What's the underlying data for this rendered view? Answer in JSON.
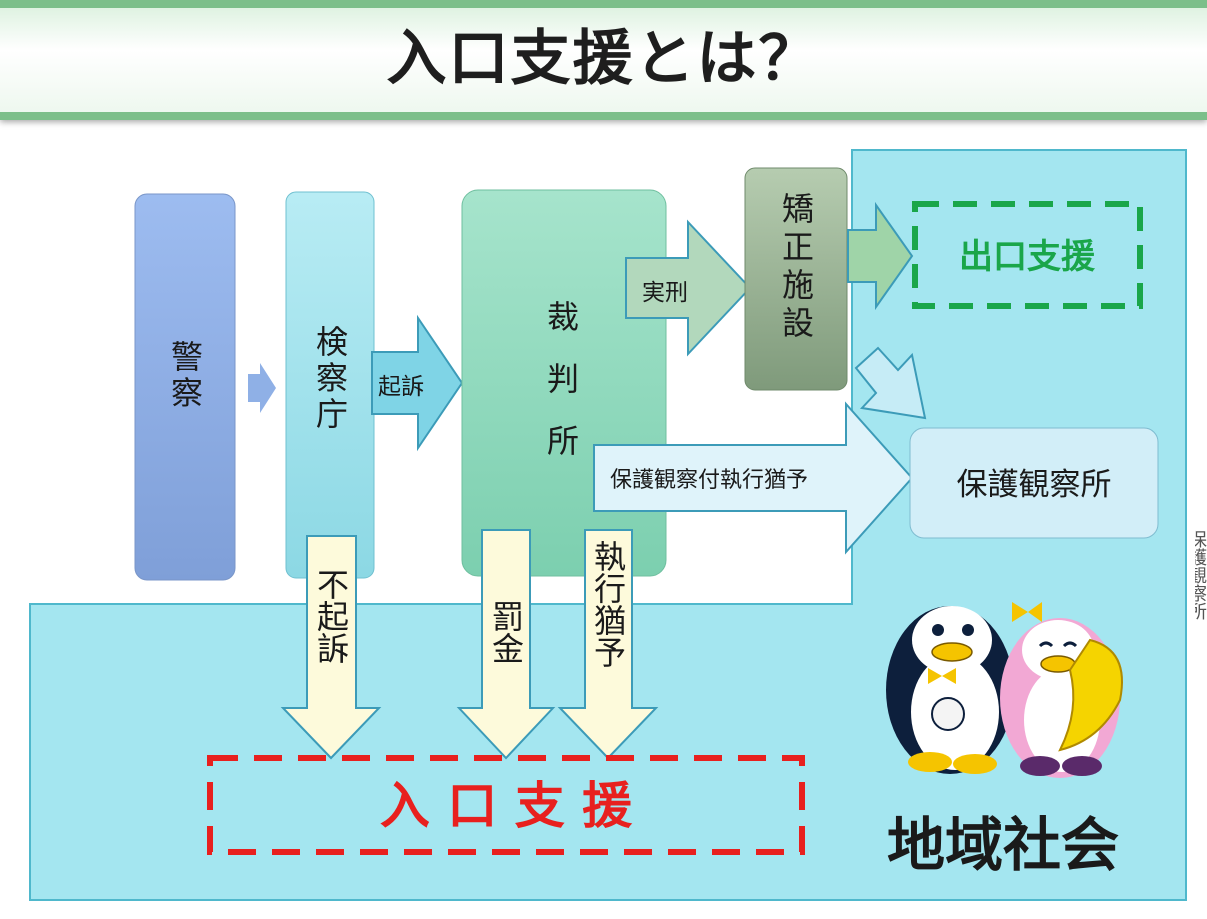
{
  "title": "入口支援とは？",
  "nodes": {
    "police": "警察",
    "prosecutor": "検察庁",
    "court": "裁判所",
    "correctional": "矯正施設",
    "probation_office": "保護観察所"
  },
  "edges": {
    "indictment": "起訴",
    "prison_sentence": "実刑",
    "probation_suspension": "保護観察付執行猶予",
    "non_prosecution": "不起訴",
    "fine": "罰金",
    "suspended_sentence": "執行猶予"
  },
  "regions": {
    "community": "地域社会"
  },
  "supports": {
    "exit": "出口支援",
    "entry": "入 口 支 援"
  },
  "side_text": "保護観察所"
}
